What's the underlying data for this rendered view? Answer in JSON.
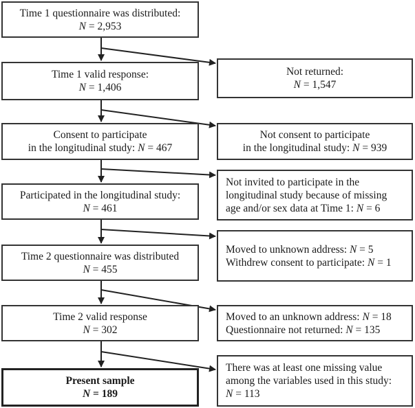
{
  "main_steps": [
    {
      "line1": "Time 1 questionnaire was distributed:",
      "n_prefix": "N",
      "n_value": " = 2,953"
    },
    {
      "line1": "Time 1 valid response:",
      "n_prefix": "N",
      "n_value": " = 1,406"
    },
    {
      "line1": "Consent to participate",
      "line2_text": "in the longitudinal study: ",
      "n_prefix": "N",
      "n_value": " = 467"
    },
    {
      "line1": "Participated in the longitudinal study:",
      "n_prefix": "N",
      "n_value": " = 461"
    },
    {
      "line1": "Time 2 questionnaire was distributed",
      "n_prefix": "N",
      "n_value": " = 455"
    },
    {
      "line1": "Time 2 valid response",
      "n_prefix": "N",
      "n_value": " = 302"
    },
    {
      "line1": "Present sample",
      "n_prefix": "N",
      "n_value": " = 189"
    }
  ],
  "exclusions": [
    {
      "line1": "Not returned:",
      "n_prefix": "N",
      "n_value": " = 1,547"
    },
    {
      "line1": "Not consent to participate",
      "line2_text": "in the longitudinal study: ",
      "n_prefix": "N",
      "n_value": " = 939"
    },
    {
      "line1": "Not invited to participate in the",
      "line2": "longitudinal study because of missing",
      "line3_text": "age and/or sex data at Time 1: ",
      "n_prefix": "N",
      "n_value": " = 6"
    },
    {
      "line1_text": "Moved to unknown address: ",
      "n1_prefix": "N",
      "n1_value": " = 5",
      "line2_text": "Withdrew consent to participate: ",
      "n2_prefix": "N",
      "n2_value": " = 1"
    },
    {
      "line1_text": "Moved to an unknown address: ",
      "n1_prefix": "N",
      "n1_value": " = 18",
      "line2_text": "Questionnaire not returned: ",
      "n2_prefix": "N",
      "n2_value": " = 135"
    },
    {
      "line1": "There was at least one missing value",
      "line2": "among the variables used in this study:",
      "n_prefix": "N",
      "n_value": " = 113"
    }
  ]
}
